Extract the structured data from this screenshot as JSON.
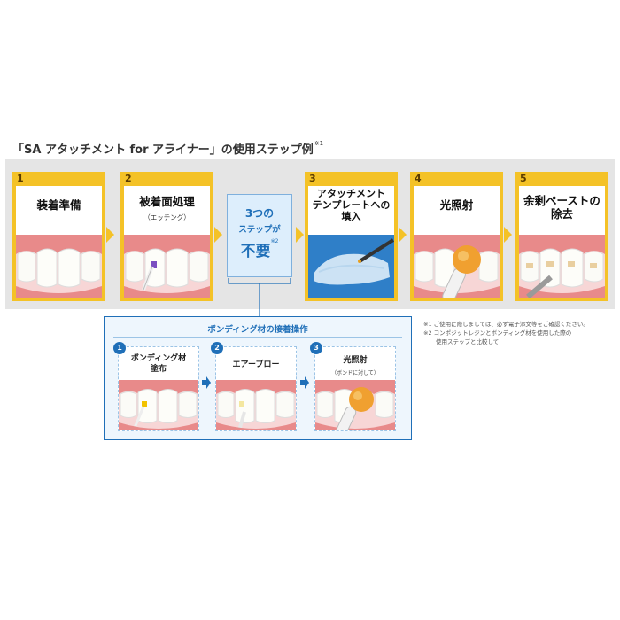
{
  "title": {
    "text": "「SA アタッチメント for アライナー」の使用ステップ例",
    "mark": "※1"
  },
  "steps": [
    {
      "num": "1",
      "label": "装着準備",
      "sub": ""
    },
    {
      "num": "2",
      "label": "被着面処理",
      "sub": "（エッチング）"
    },
    {
      "num": "3",
      "label": "アタッチメント\nテンプレートへの\n填入",
      "sub": ""
    },
    {
      "num": "4",
      "label": "光照射",
      "sub": ""
    },
    {
      "num": "5",
      "label": "余剰ペーストの\n除去",
      "sub": ""
    }
  ],
  "skip": {
    "line1": "3つの",
    "line2": "ステップが",
    "line3": "不要",
    "mark": "※2"
  },
  "bonding": {
    "title": "ボンディング材の接着操作",
    "steps": [
      {
        "num": "1",
        "label": "ボンディング材\n塗布",
        "sub": ""
      },
      {
        "num": "2",
        "label": "エアーブロー",
        "sub": ""
      },
      {
        "num": "3",
        "label": "光照射",
        "sub": "（ボンドに対して）"
      }
    ]
  },
  "notes": [
    {
      "mark": "※1",
      "text": "ご使用に際しましては、必ず電子添文等をご確認ください。"
    },
    {
      "mark": "※2",
      "text": "コンポジットレジンとボンディング材を使用した際の"
    },
    {
      "mark": "",
      "text": "使用ステップと比較して"
    }
  ],
  "colors": {
    "step_yellow": "#f4c227",
    "accent_blue": "#1f6fb8",
    "gum_pink": "#e88a8a",
    "panel_gray": "#e5e5e5"
  }
}
